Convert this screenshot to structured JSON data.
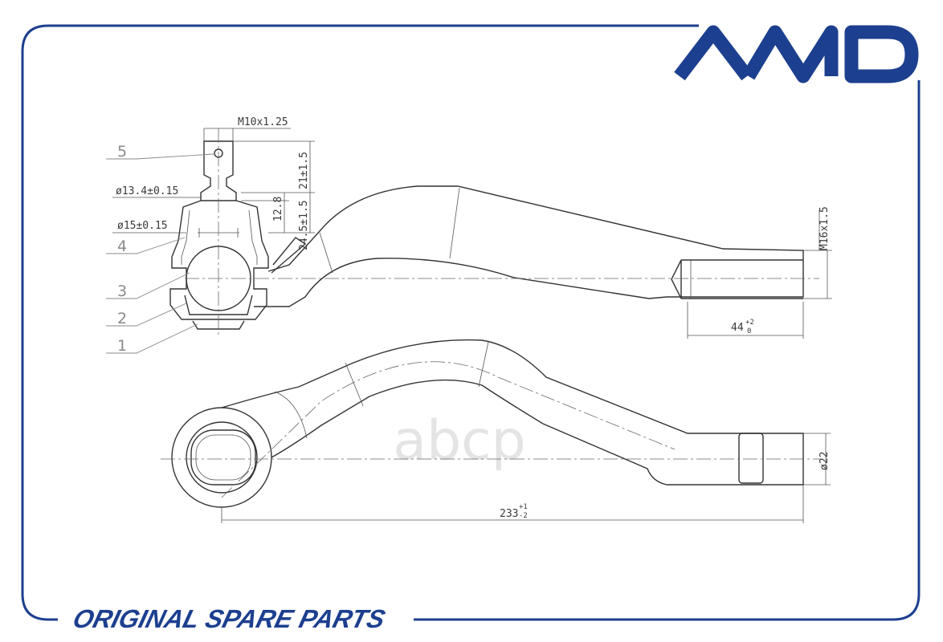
{
  "brand": {
    "logo_text": "AMD",
    "tagline": "ORIGINAL SPARE PARTS",
    "watermark": "аbср",
    "color": "#1d3f8f"
  },
  "dimensions": {
    "thread_stud": "M10x1.25",
    "dia_13": "ø13.4±0.15",
    "dia_15": "ø15±0.15",
    "h_21": "21±1.5",
    "h_12": "12.8",
    "h_24": "24.5±1.5",
    "thread_end": "M16x1.5",
    "len_44": "44",
    "len_44_tol_upper": "+2",
    "len_44_tol_lower": "0",
    "dia_22": "ø22",
    "len_233": "233",
    "len_233_tol_upper": "+1",
    "len_233_tol_lower": "-2"
  },
  "callouts": [
    "1",
    "2",
    "3",
    "4",
    "5"
  ]
}
